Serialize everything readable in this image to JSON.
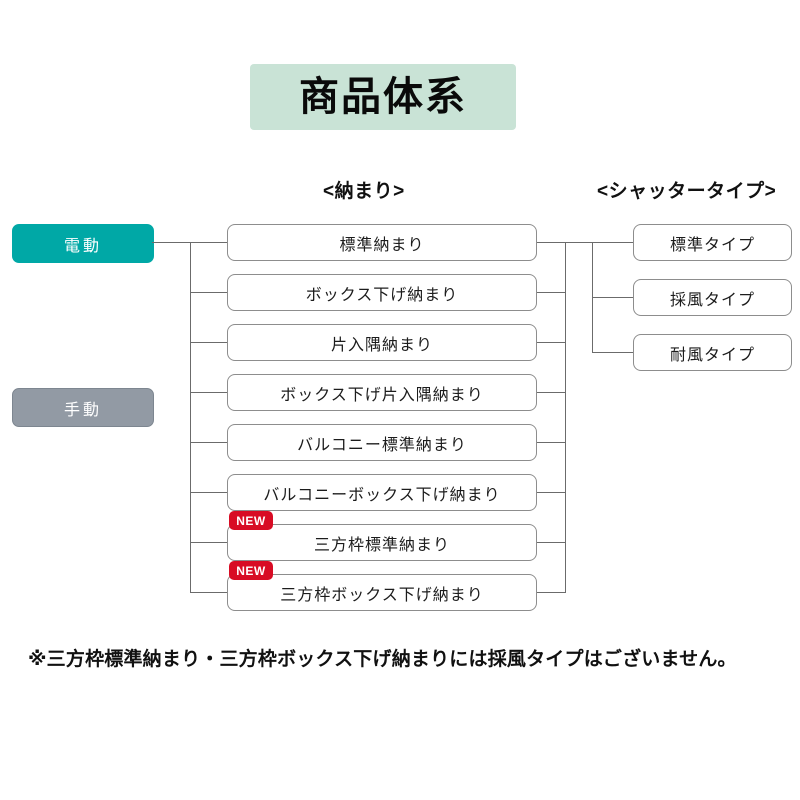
{
  "title": {
    "text": "商品体系",
    "banner_color": "#c9e3d6"
  },
  "columns": {
    "osamari_header": "<納まり>",
    "shutter_header": "<シャッタータイプ>"
  },
  "categories": [
    {
      "label": "電動",
      "color": "#00a8a6",
      "text_color": "#ffffff"
    },
    {
      "label": "手動",
      "color": "#929aa4",
      "text_color": "#ffffff"
    }
  ],
  "osamari_nodes": [
    {
      "label": "標準納まり",
      "badge": null
    },
    {
      "label": "ボックス下げ納まり",
      "badge": null
    },
    {
      "label": "片入隅納まり",
      "badge": null
    },
    {
      "label": "ボックス下げ片入隅納まり",
      "badge": null
    },
    {
      "label": "バルコニー標準納まり",
      "badge": null
    },
    {
      "label": "バルコニーボックス下げ納まり",
      "badge": null
    },
    {
      "label": "三方枠標準納まり",
      "badge": "NEW"
    },
    {
      "label": "三方枠ボックス下げ納まり",
      "badge": "NEW"
    }
  ],
  "shutter_nodes": [
    {
      "label": "標準タイプ"
    },
    {
      "label": "採風タイプ"
    },
    {
      "label": "耐風タイプ"
    }
  ],
  "badge": {
    "label": "NEW",
    "color": "#d80c24"
  },
  "footnote": "※三方枠標準納まり・三方枠ボックス下げ納まりには採風タイプはございません。"
}
